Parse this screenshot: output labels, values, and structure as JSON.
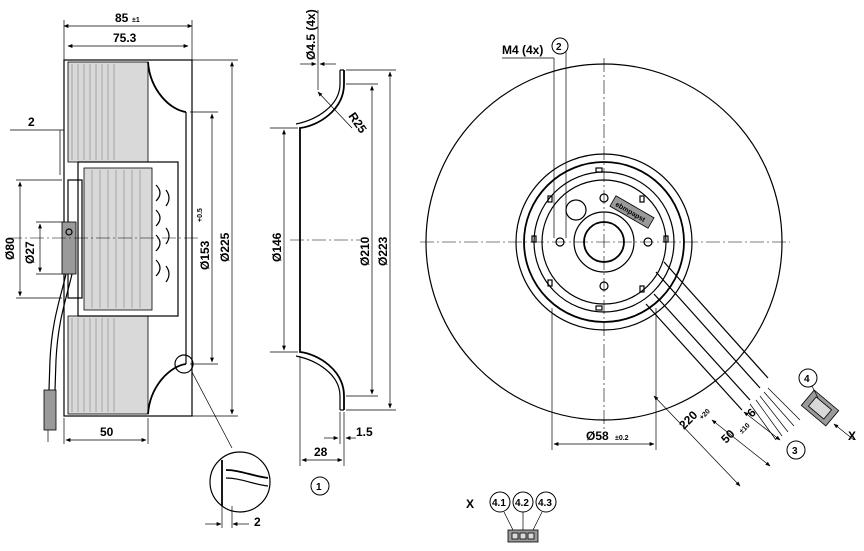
{
  "dimensions": {
    "d85": "85",
    "d85_tol": "±1",
    "d75_3": "75.3",
    "d2_left": "2",
    "d80": "Ø80",
    "d27": "Ø27",
    "d153": "Ø153",
    "d153_tol": "+0.5",
    "d225": "Ø225",
    "d50_bottom": "50",
    "d2_detail": "2",
    "d4_5": "Ø4.5 (4x)",
    "r25": "R25",
    "d146": "Ø146",
    "d210": "Ø210",
    "d223": "Ø223",
    "d28": "28",
    "d1_5": "1.5",
    "m4": "M4 (4x)",
    "d58": "Ø58",
    "d58_tol": "±0.2",
    "d220": "220",
    "d220_tol": "+20",
    "d50_cable": "50",
    "d50_cable_tol": "±10",
    "d6": "6"
  },
  "callouts": {
    "c1": "1",
    "c2": "2",
    "c3": "3",
    "c4": "4",
    "c41": "4.1",
    "c42": "4.2",
    "c43": "4.3"
  },
  "labels": {
    "x_view": "X",
    "x_arrow": "X"
  },
  "label_text": {
    "nameplate": "ebmpapst"
  }
}
